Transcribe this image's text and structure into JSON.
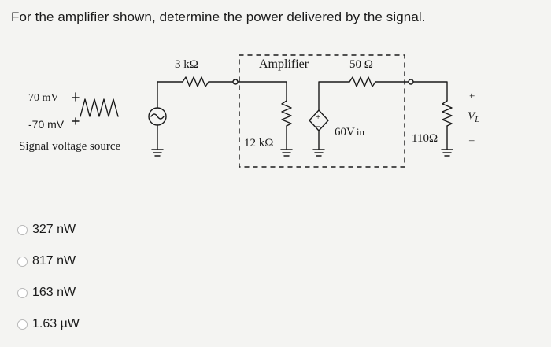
{
  "question": "For the amplifier shown, determine the power delivered by the signal.",
  "circuit": {
    "source_max": "70 mV",
    "source_min": "-70 mV",
    "source_caption": "Signal voltage source",
    "series_resistor": "3 kΩ",
    "amplifier_title": "Amplifier",
    "input_resistor": "12 kΩ",
    "dependent_source": "60V",
    "dependent_source_sub": "in",
    "output_resistor": "50 Ω",
    "load_resistor": "110Ω",
    "load_plus": "+",
    "load_minus": "–",
    "load_voltage": "V",
    "load_voltage_sub": "L",
    "dep_plus": "+",
    "dep_minus": "–"
  },
  "options": [
    {
      "label": "327 nW"
    },
    {
      "label": "817 nW"
    },
    {
      "label": "163 nW"
    },
    {
      "label": "1.63 µW"
    }
  ],
  "colors": {
    "background": "#f4f4f2",
    "ink": "#1a1a1a",
    "radio_border": "#b8b8b8"
  }
}
